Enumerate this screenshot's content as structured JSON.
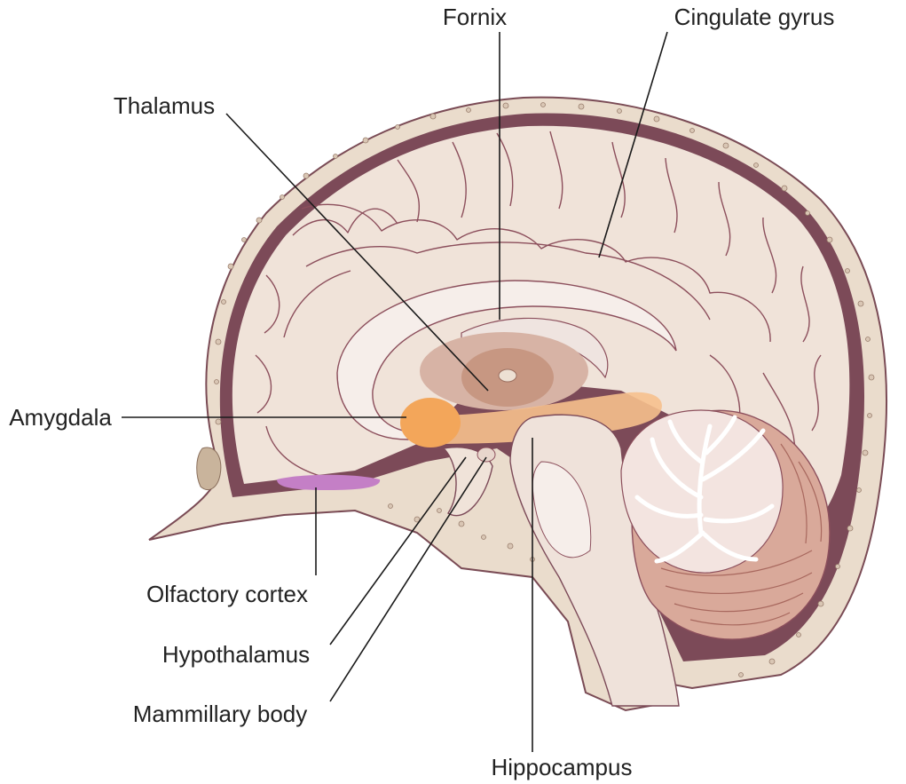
{
  "labels": {
    "fornix": "Fornix",
    "cingulate_gyrus": "Cingulate gyrus",
    "thalamus": "Thalamus",
    "amygdala": "Amygdala",
    "olfactory_cortex": "Olfactory cortex",
    "hypothalamus": "Hypothalamus",
    "mammillary_body": "Mammillary body",
    "hippocampus": "Hippocampus"
  },
  "colors": {
    "skull": "#eadccc",
    "skull_outline": "#7a4b55",
    "meninges": "#7c4a58",
    "cortex": "#f0e3d9",
    "gyrus_line": "#8c4f5c",
    "white_matter": "#f6eeea",
    "thalamus": "#c79782",
    "amygdala": "#f3a65a",
    "hippocampus_band": "#f6c08d",
    "olfactory_cortex": "#c47fc6",
    "cerebellum": "#d9a99a",
    "arbor_vitae": "#f3e4e0",
    "brainstem": "#efe2da"
  }
}
